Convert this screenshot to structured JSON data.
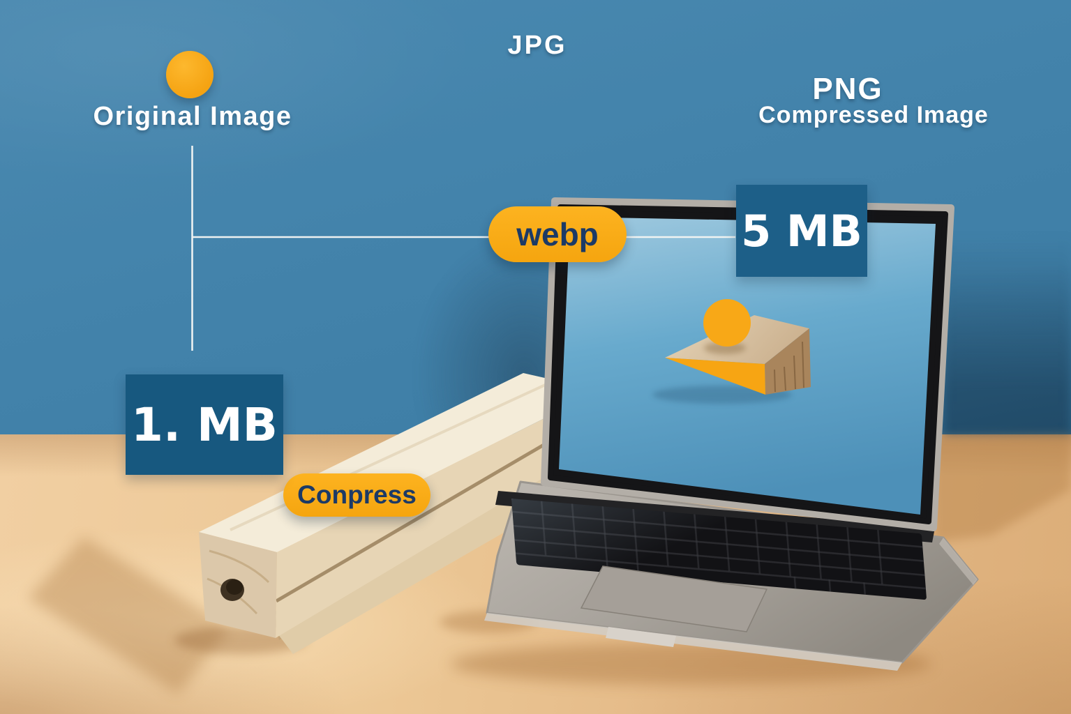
{
  "scene": {
    "title": "Image compression illustration",
    "colors": {
      "wall_blue": "#4383AB",
      "desk_tan": "#E7BF8E",
      "accent_orange": "#F7A81B",
      "panel_blue": "#1D5F88",
      "navy_text": "#1C3A66",
      "connector_line": "#F4F6F4",
      "label_white": "#FFFFFF"
    },
    "icons": {
      "original_marker": "orange-circle",
      "screen_graphic": "cardboard-image-wedge-with-sun",
      "photo_objects": [
        "laptop",
        "wooden-block"
      ]
    }
  },
  "labels": {
    "original_image": "Original Image",
    "jpg": "JPG",
    "png": "PNG",
    "compressed_image": "Compressed Image"
  },
  "badges": {
    "webp": "webp",
    "compress": "Conpress"
  },
  "sizes": {
    "original": "1. MB",
    "compressed": "5 MB"
  }
}
